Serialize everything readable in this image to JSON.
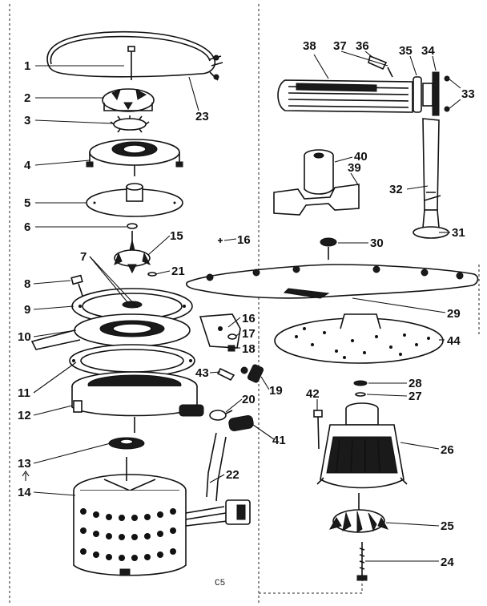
{
  "diagram": {
    "code": "C5",
    "callouts": [
      {
        "id": "p1",
        "text": "1"
      },
      {
        "id": "p2",
        "text": "2"
      },
      {
        "id": "p3",
        "text": "3"
      },
      {
        "id": "p4",
        "text": "4"
      },
      {
        "id": "p5",
        "text": "5"
      },
      {
        "id": "p6",
        "text": "6"
      },
      {
        "id": "p7",
        "text": "7"
      },
      {
        "id": "p8",
        "text": "8"
      },
      {
        "id": "p9",
        "text": "9"
      },
      {
        "id": "p10",
        "text": "10"
      },
      {
        "id": "p11",
        "text": "11"
      },
      {
        "id": "p12",
        "text": "12"
      },
      {
        "id": "p13",
        "text": "13"
      },
      {
        "id": "p14",
        "text": "14"
      },
      {
        "id": "p15",
        "text": "15"
      },
      {
        "id": "p16",
        "text": "16"
      },
      {
        "id": "p16b",
        "text": "16"
      },
      {
        "id": "p17",
        "text": "17"
      },
      {
        "id": "p18",
        "text": "18"
      },
      {
        "id": "p19",
        "text": "19"
      },
      {
        "id": "p20",
        "text": "20"
      },
      {
        "id": "p21",
        "text": "21"
      },
      {
        "id": "p22",
        "text": "22"
      },
      {
        "id": "p23",
        "text": "23"
      },
      {
        "id": "p24",
        "text": "24"
      },
      {
        "id": "p25",
        "text": "25"
      },
      {
        "id": "p26",
        "text": "26"
      },
      {
        "id": "p27",
        "text": "27"
      },
      {
        "id": "p28",
        "text": "28"
      },
      {
        "id": "p29",
        "text": "29"
      },
      {
        "id": "p30",
        "text": "30"
      },
      {
        "id": "p31",
        "text": "31"
      },
      {
        "id": "p32",
        "text": "32"
      },
      {
        "id": "p33",
        "text": "33"
      },
      {
        "id": "p34",
        "text": "34"
      },
      {
        "id": "p35",
        "text": "35"
      },
      {
        "id": "p36",
        "text": "36"
      },
      {
        "id": "p37",
        "text": "37"
      },
      {
        "id": "p38",
        "text": "38"
      },
      {
        "id": "p39",
        "text": "39"
      },
      {
        "id": "p40",
        "text": "40"
      },
      {
        "id": "p41",
        "text": "41"
      },
      {
        "id": "p42",
        "text": "42"
      },
      {
        "id": "p43",
        "text": "43"
      },
      {
        "id": "p44",
        "text": "44"
      }
    ]
  }
}
